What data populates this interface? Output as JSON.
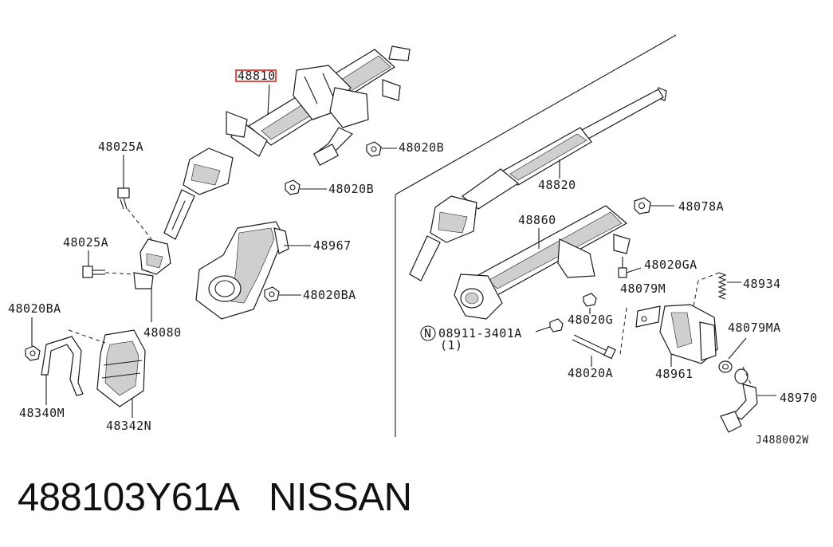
{
  "labels": {
    "p48810": "48810",
    "p48020B_a": "48020B",
    "p48020B_b": "48020B",
    "p48025A_a": "48025A",
    "p48025A_b": "48025A",
    "p48967": "48967",
    "p48020BA_a": "48020BA",
    "p48020BA_b": "48020BA",
    "p48080": "48080",
    "p48340M": "48340M",
    "p48342N": "48342N",
    "p48820": "48820",
    "p48860": "48860",
    "p48078A": "48078A",
    "p48020GA": "48020GA",
    "p48079M": "48079M",
    "p48934": "48934",
    "p48020G": "48020G",
    "p08911": "08911-3401A",
    "p08911_qty": "(1)",
    "p48079MA": "48079MA",
    "p48020A": "48020A",
    "p48961": "48961",
    "p48970": "48970",
    "circle_n": "N",
    "diagram_code": "J488002W"
  },
  "caption": {
    "part_number": "488103Y61A",
    "brand": "NISSAN"
  },
  "highlight_color": "#e53935"
}
